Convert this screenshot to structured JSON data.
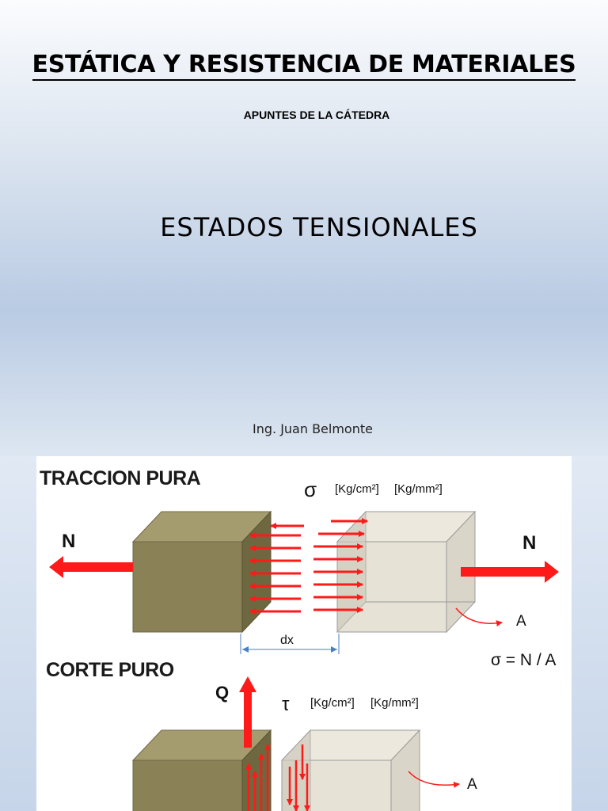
{
  "slide1": {
    "title": "ESTÁTICA Y RESISTENCIA DE MATERIALES",
    "subtitle": "APUNTES DE LA CÁTEDRA",
    "topic": "ESTADOS TENSIONALES",
    "author": "Ing. Juan Belmonte"
  },
  "slide2": {
    "traccion": {
      "heading": "TRACCION PURA",
      "force_label": "N",
      "stress_symbol": "σ",
      "unit1": "[Kg/cm²]",
      "unit2": "[Kg/mm²]",
      "dx_label": "dx",
      "area_label": "A",
      "formula": "σ = N / A"
    },
    "corte": {
      "heading": "CORTE PURO",
      "force_label": "Q",
      "stress_symbol": "τ",
      "unit1": "[Kg/cm²]",
      "unit2": "[Kg/mm²]",
      "area_label": "A"
    },
    "colors": {
      "arrow_red": "#ff1a1a",
      "cube_dark": "#8b8257",
      "cube_light": "#e6e2d6"
    }
  }
}
